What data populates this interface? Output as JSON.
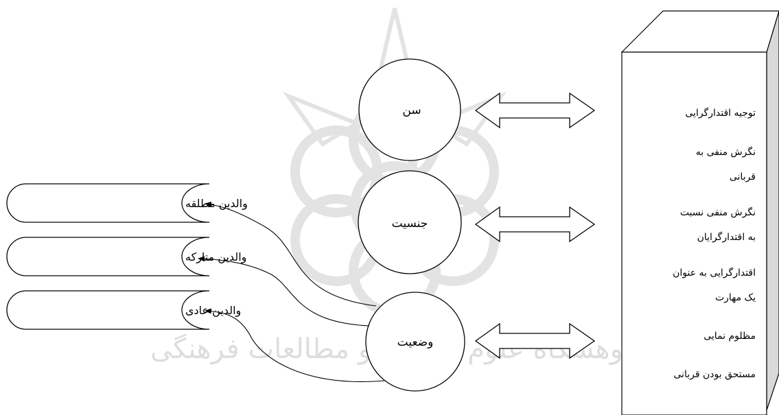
{
  "factors": [
    {
      "id": "age",
      "label": "سن"
    },
    {
      "id": "gender",
      "label": "جنسیت"
    },
    {
      "id": "status",
      "label": "وضعیت"
    }
  ],
  "family_types": [
    {
      "id": "divorced",
      "label": "والدین مطلقه"
    },
    {
      "id": "separated",
      "label": "والدین متارکه"
    },
    {
      "id": "normal",
      "label": "والدین عادی"
    }
  ],
  "outcomes": [
    [
      "توجیه اقتدارگرایی"
    ],
    [
      "نگرش منفی به",
      "قربانی"
    ],
    [
      "نگرش منفی نسبت",
      "به اقتدارگرایان"
    ],
    [
      "اقتدارگرایی به عنوان",
      "یک مهارت"
    ],
    [
      "مظلوم نمایی"
    ],
    [
      "مستحق بودن قربانی"
    ]
  ],
  "watermark": {
    "line1": "پژوهشگاه علوم انسانی و مطالعات فرهنگی"
  }
}
